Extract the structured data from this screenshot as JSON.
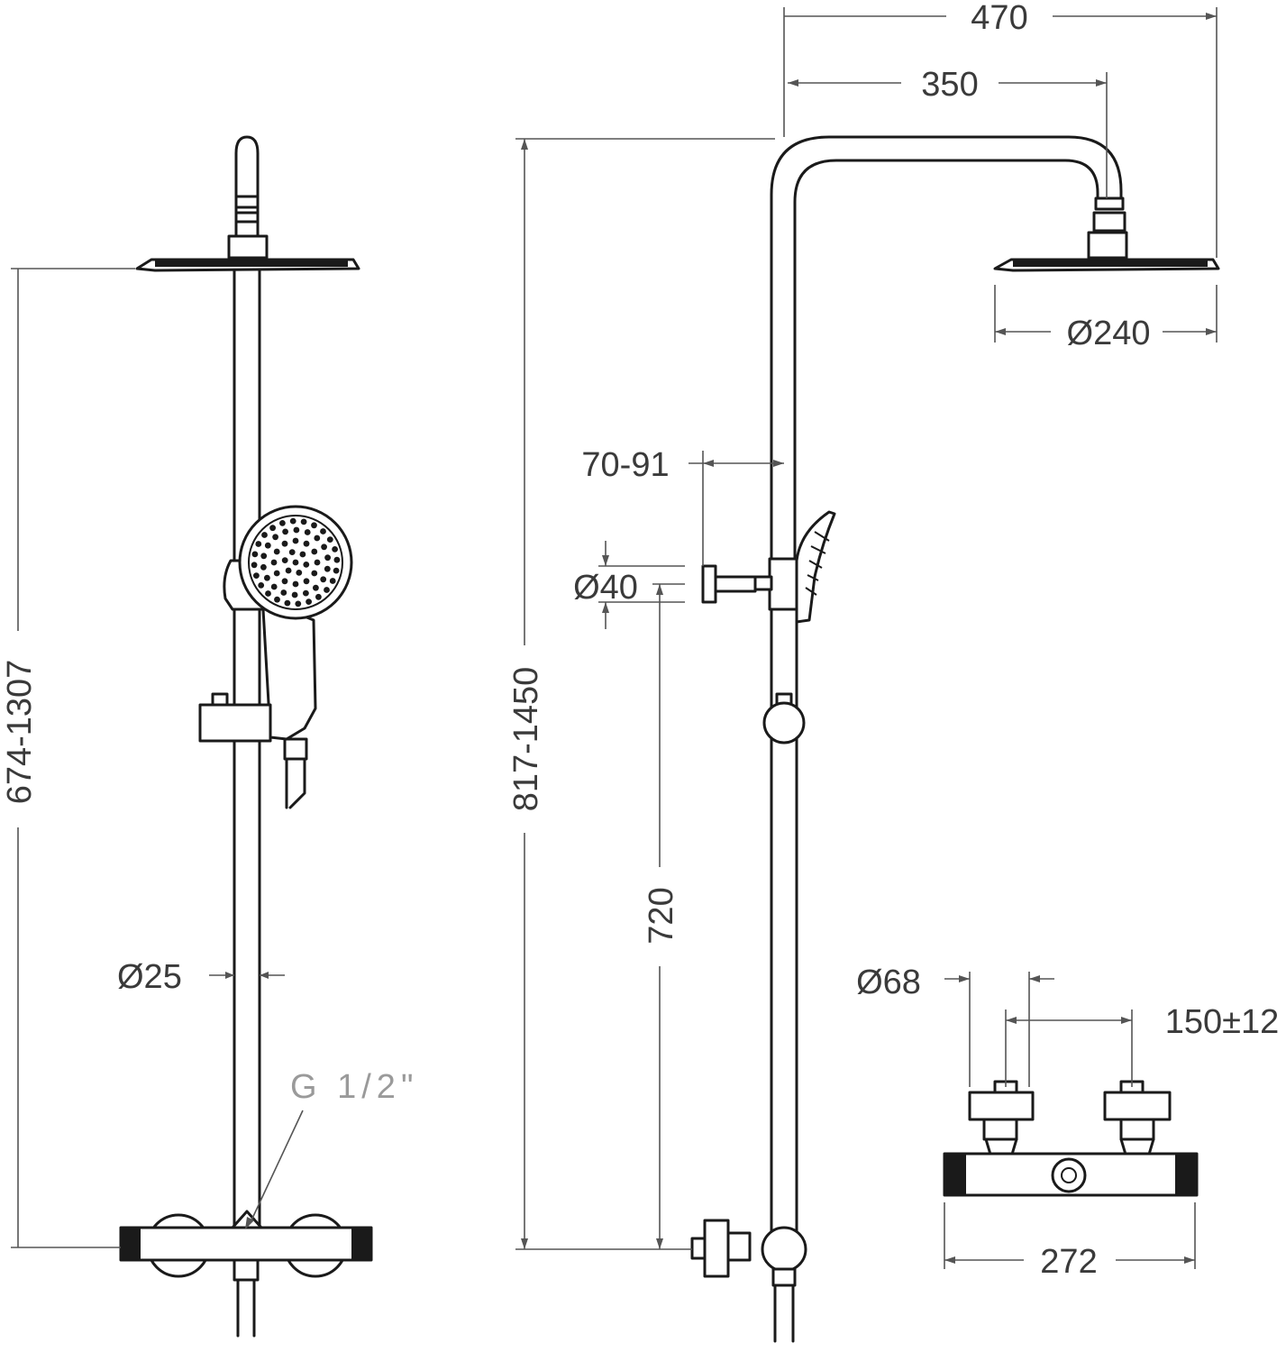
{
  "diagram": {
    "dimensions": {
      "total_width": "470",
      "arm_reach": "350",
      "head_diameter": "Ø240",
      "wall_offset": "70-91",
      "bracket_diameter": "Ø40",
      "bracket_height": "720",
      "column_height": "817-1450",
      "front_height": "674-1307",
      "pipe_diameter": "Ø25",
      "connection_thread": "G 1/2\"",
      "handle_diameter": "Ø68",
      "inlet_spacing": "150±12",
      "valve_length": "272"
    }
  }
}
